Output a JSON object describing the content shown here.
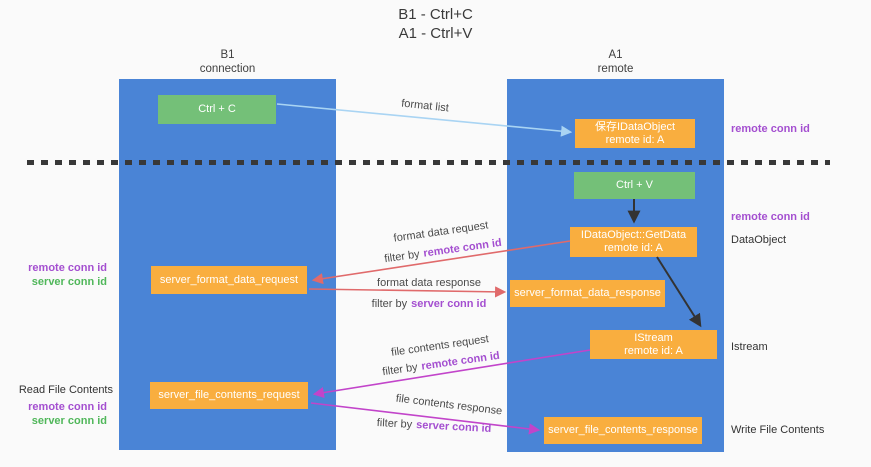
{
  "title": {
    "line1": "B1 - Ctrl+C",
    "line2": "A1 - Ctrl+V"
  },
  "lanes": {
    "left": {
      "name": "B1",
      "subtitle": "connection"
    },
    "right": {
      "name": "A1",
      "subtitle": "remote"
    }
  },
  "boxes": {
    "ctrl_c": {
      "label": "Ctrl + C"
    },
    "ctrl_v": {
      "label": "Ctrl + V"
    },
    "save_dataobject": {
      "line1": "保存IDataObject",
      "line2": "remote id: A"
    },
    "getdata": {
      "line1": "IDataObject::GetData",
      "line2": "remote id: A"
    },
    "istream": {
      "line1": "IStream",
      "line2": "remote id: A"
    },
    "server_format_data_request": {
      "label": "server_format_data_request"
    },
    "server_format_data_response": {
      "label": "server_format_data_response"
    },
    "server_file_contents_request": {
      "label": "server_file_contents_request"
    },
    "server_file_contents_response": {
      "label": "server_file_contents_response"
    }
  },
  "arrow_labels": {
    "format_list": "format list",
    "format_data_request": "format data request",
    "format_data_response": "format data response",
    "file_contents_request": "file contents request",
    "file_contents_response": "file contents response",
    "filter_by": "filter by",
    "remote_conn_id": "remote conn id",
    "server_conn_id": "server conn id"
  },
  "side_labels": {
    "left_mid": {
      "line1": "remote conn id",
      "line2": "server conn id"
    },
    "left_bottom": {
      "title": "Read File Contents",
      "line1": "remote conn id",
      "line2": "server conn id"
    },
    "right_top": "remote conn id",
    "right_ctrl_v": "remote conn id",
    "right_dataobject": "DataObject",
    "right_istream": "Istream",
    "right_write": "Write File Contents"
  },
  "colors": {
    "lane_blue": "#4a84d6",
    "box_orange": "#f9ae3f",
    "box_green": "#74c078",
    "arrow_light_blue": "#a9d4f3",
    "arrow_red": "#e06a6b",
    "arrow_magenta": "#c244ca",
    "arrow_black": "#333333",
    "label_purple": "#a44fd0",
    "label_green": "#50b75a"
  }
}
